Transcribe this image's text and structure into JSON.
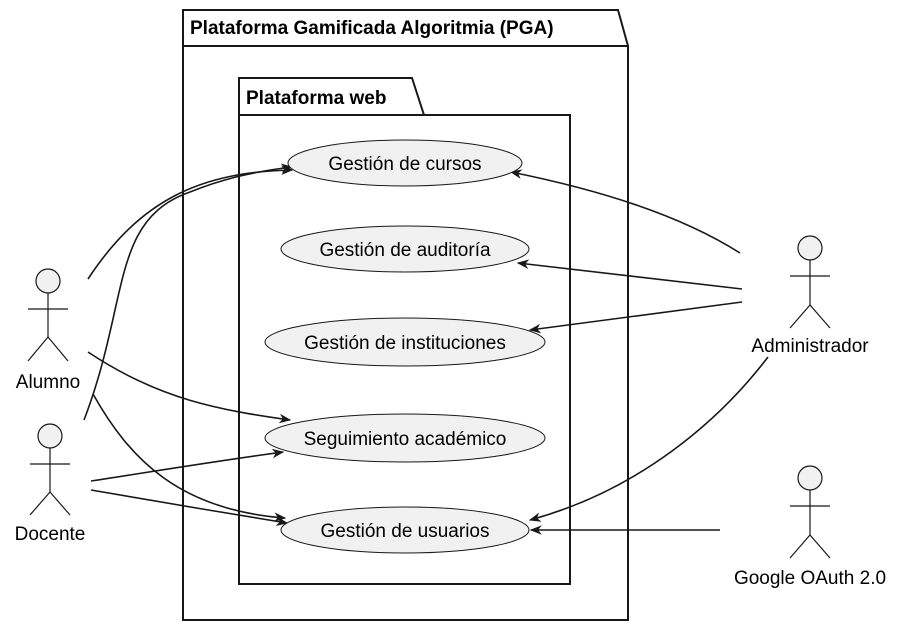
{
  "packages": {
    "outer": {
      "title": "Plataforma Gamificada Algoritmia (PGA)"
    },
    "inner": {
      "title": "Plataforma web"
    }
  },
  "use_cases": {
    "cursos": "Gestión de cursos",
    "auditoria": "Gestión de auditoría",
    "instituciones": "Gestión de instituciones",
    "seguimiento": "Seguimiento académico",
    "usuarios": "Gestión de usuarios"
  },
  "actors": {
    "alumno": "Alumno",
    "docente": "Docente",
    "administrador": "Administrador",
    "google": "Google OAuth 2.0"
  },
  "colors": {
    "use_case_fill": "#f1f1f1",
    "stroke": "#181818",
    "background": "#ffffff"
  }
}
